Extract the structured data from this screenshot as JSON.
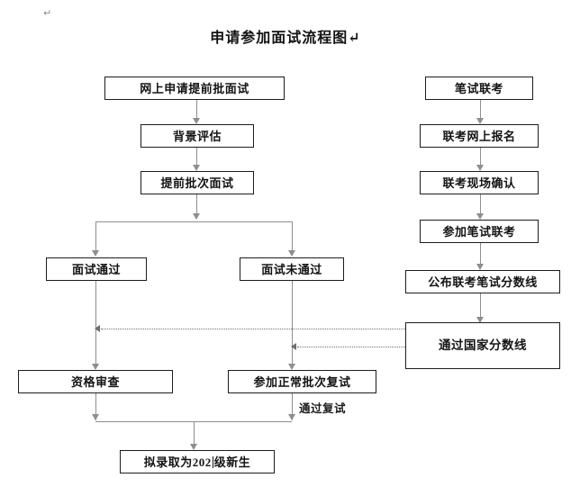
{
  "document": {
    "title": "申请参加面试流程图↵",
    "title_plain": "申请参加面试流程图",
    "paragraph_mark": "↵",
    "background_color": "#ffffff",
    "box_border_color": "#1c1c1c",
    "connector_color": "#8e8e8e",
    "dotted_connector_color": "#6f6f6f",
    "text_color": "#141414"
  },
  "flow": {
    "left_column": [
      {
        "id": "online-apply",
        "label": "网上申请提前批面试"
      },
      {
        "id": "background-eval",
        "label": "背景评估"
      },
      {
        "id": "early-batch-interview",
        "label": "提前批次面试"
      }
    ],
    "branch": [
      {
        "id": "interview-passed",
        "label": "面试通过"
      },
      {
        "id": "interview-failed",
        "label": "面试未通过"
      }
    ],
    "branch_followups": [
      {
        "id": "qualification-review",
        "label": "资格审查"
      },
      {
        "id": "normal-batch-reexam",
        "label": "参加正常批次复试"
      }
    ],
    "right_column": [
      {
        "id": "written-joint-exam",
        "label": "笔试联考"
      },
      {
        "id": "joint-online-register",
        "label": "联考网上报名"
      },
      {
        "id": "joint-onsite-confirm",
        "label": "联考现场确认"
      },
      {
        "id": "attend-written-exam",
        "label": "参加笔试联考"
      },
      {
        "id": "publish-score-line",
        "label": "公布联考笔试分数线"
      },
      {
        "id": "pass-national-line",
        "label": "通过国家分数线"
      }
    ],
    "final": {
      "id": "admitted-freshman",
      "label": "拟录取为202级新生",
      "label_prefix": "拟录取为202",
      "label_suffix": "级新生",
      "has_text_caret": true
    },
    "edge_labels": [
      {
        "id": "pass-reexam",
        "label": "通过复试"
      }
    ]
  }
}
